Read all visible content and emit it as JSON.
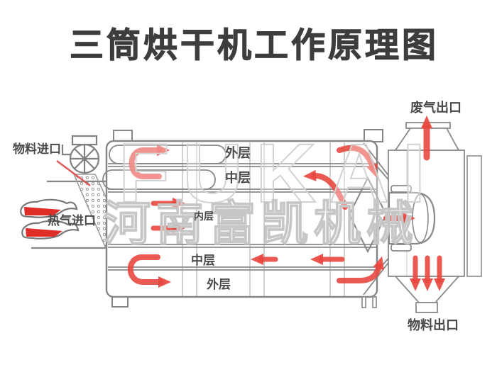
{
  "title": "三筒烘干机工作原理图",
  "watermark": {
    "brand_latin": "FUKAI",
    "brand_cn": "河南富凯机械"
  },
  "labels": {
    "material_inlet": "物料进口",
    "hot_air_inlet": "热气进口",
    "outer_layer_top": "外层",
    "middle_layer_top": "中层",
    "inner_layer": "内层",
    "middle_layer_bottom": "中层",
    "outer_layer_bottom": "外层",
    "exhaust_gas_outlet": "废气出口",
    "material_outlet": "物料出口"
  },
  "colors": {
    "flow_arrow_red": "#e8473f",
    "outline_gray": "#868686",
    "label_dark_gray": "#4a4a4a",
    "watermark_gray": "#cccccc",
    "flame_red": "#df2e28",
    "background": "#ffffff"
  }
}
